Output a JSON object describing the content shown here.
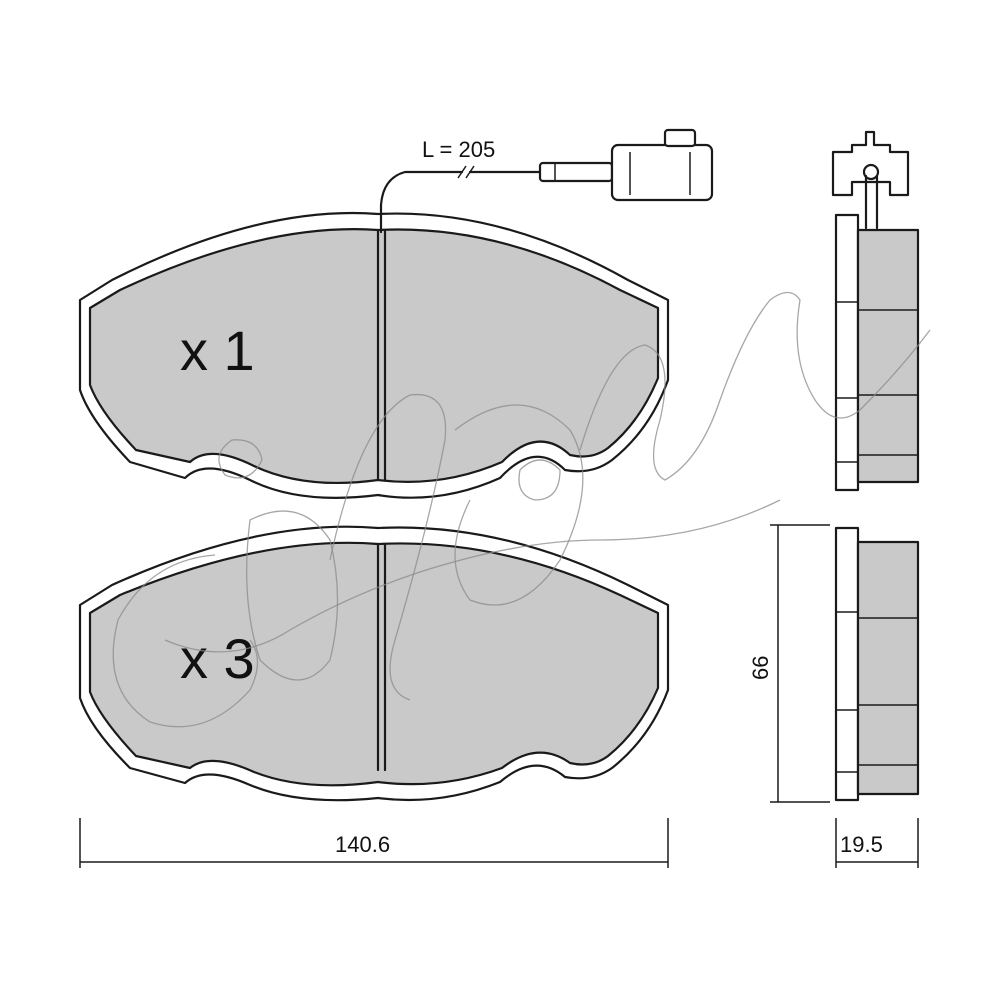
{
  "labels": {
    "qty_top": "x 1",
    "qty_bottom": "x 3",
    "wire_length": "L = 205",
    "width": "140.6",
    "height": "66",
    "thickness": "19.5"
  },
  "watermark": {
    "brand": "cifam"
  },
  "colors": {
    "friction_fill": "#c9c9c9",
    "line": "#1a1a1a",
    "watermark": "#8a8a8a"
  }
}
